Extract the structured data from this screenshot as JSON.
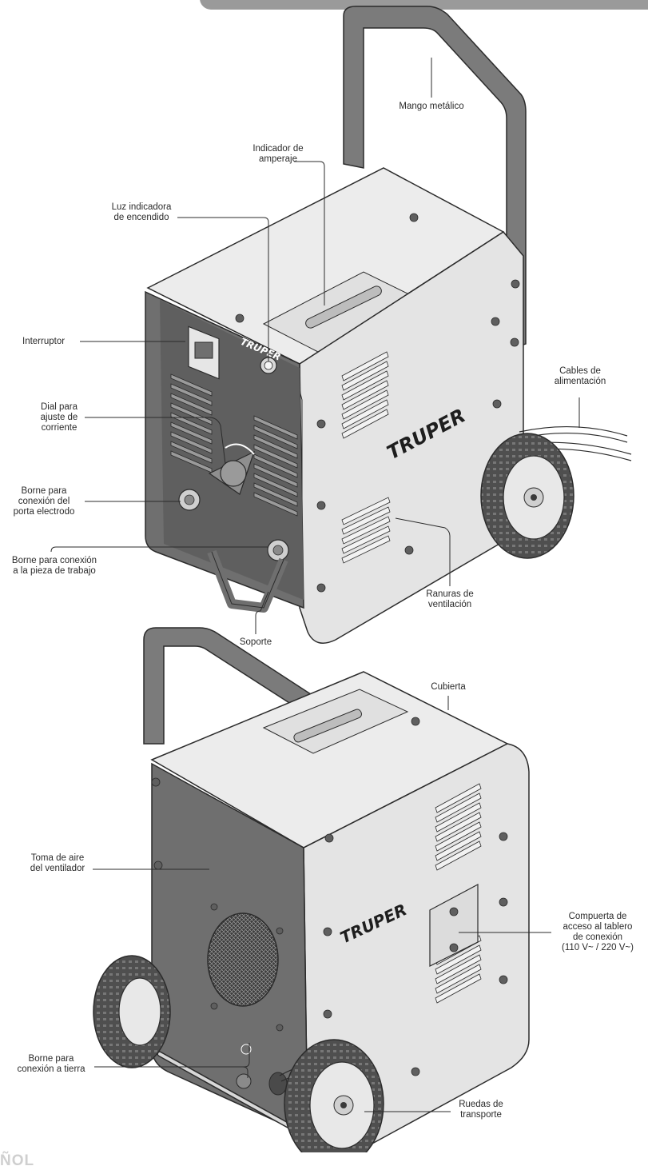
{
  "colors": {
    "panel_dark": "#6f6f6f",
    "body_light": "#e6e6e6",
    "handle": "#7b7b7b",
    "tire": "#5a5a5a",
    "line": "#2b2b2b"
  },
  "labels": {
    "mango": [
      "Mango metálico"
    ],
    "indicador_amperaje": [
      "Indicador de",
      "amperaje"
    ],
    "luz_indicadora": [
      "Luz indicadora",
      "de encendido"
    ],
    "interruptor": [
      "Interruptor"
    ],
    "dial": [
      "Dial para",
      "ajuste de",
      "corriente"
    ],
    "borne_porta": [
      "Borne para",
      "conexión del",
      "porta electrodo"
    ],
    "borne_pieza": [
      "Borne para conexión",
      "a la pieza de trabajo"
    ],
    "soporte": [
      "Soporte"
    ],
    "ranuras": [
      "Ranuras de",
      "ventilación"
    ],
    "cables": [
      "Cables de",
      "alimentación"
    ],
    "cubierta": [
      "Cubierta"
    ],
    "toma_aire": [
      "Toma de aire",
      "del ventilador"
    ],
    "compuerta": [
      "Compuerta de",
      "acceso al tablero",
      "de conexión",
      "(110 V~ / 220 V~)"
    ],
    "borne_tierra": [
      "Borne para",
      "conexión a tierra"
    ],
    "ruedas": [
      "Ruedas de",
      "transporte"
    ]
  },
  "brand": {
    "logo_text": "TRUPER"
  },
  "footer": {
    "text": "ÑOL"
  }
}
